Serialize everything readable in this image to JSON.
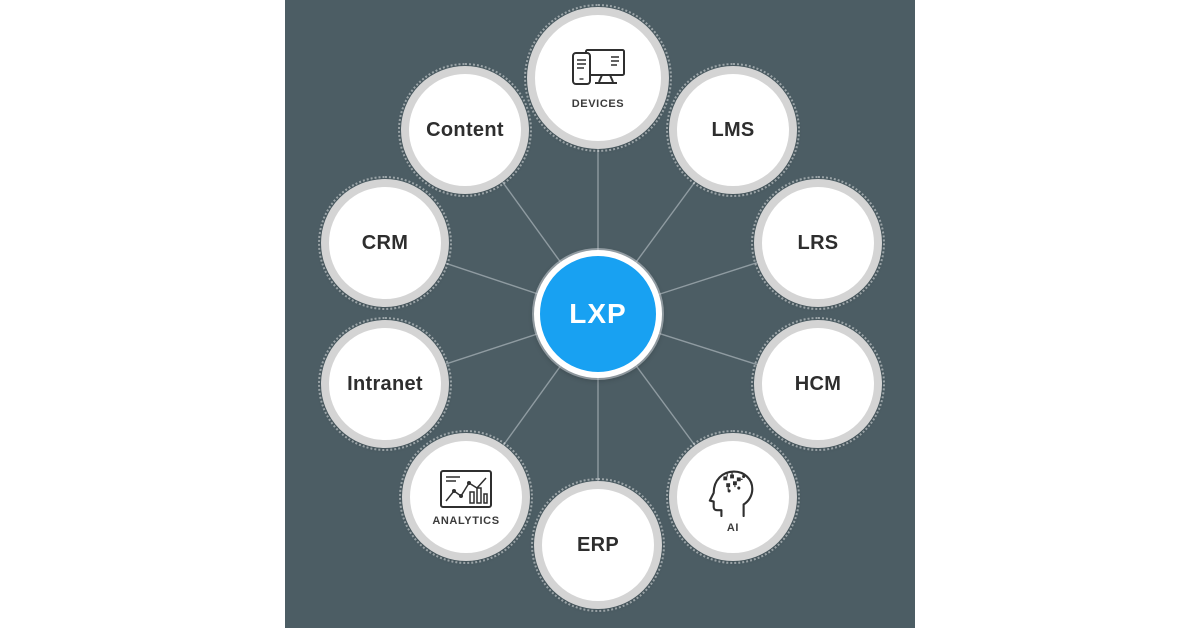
{
  "diagram": {
    "title": "LXP integrations hub diagram",
    "center": {
      "label": "LXP",
      "fill_color": "#18a1f2",
      "text_color": "#ffffff"
    },
    "nodes": [
      {
        "id": "devices",
        "label": "DEVICES",
        "icon": "devices-icon"
      },
      {
        "id": "content",
        "label": "Content"
      },
      {
        "id": "lms",
        "label": "LMS"
      },
      {
        "id": "crm",
        "label": "CRM"
      },
      {
        "id": "lrs",
        "label": "LRS"
      },
      {
        "id": "intranet",
        "label": "Intranet"
      },
      {
        "id": "hcm",
        "label": "HCM"
      },
      {
        "id": "analytics",
        "label": "ANALYTICS",
        "icon": "analytics-icon"
      },
      {
        "id": "ai",
        "label": "AI",
        "icon": "ai-icon"
      },
      {
        "id": "erp",
        "label": "ERP"
      }
    ],
    "colors": {
      "backdrop": "#4c5d64",
      "node_ring": "#d4d4d4",
      "node_fill": "#ffffff",
      "connector_line": "#8f9ba1",
      "label_text": "#2e2e2e"
    }
  }
}
